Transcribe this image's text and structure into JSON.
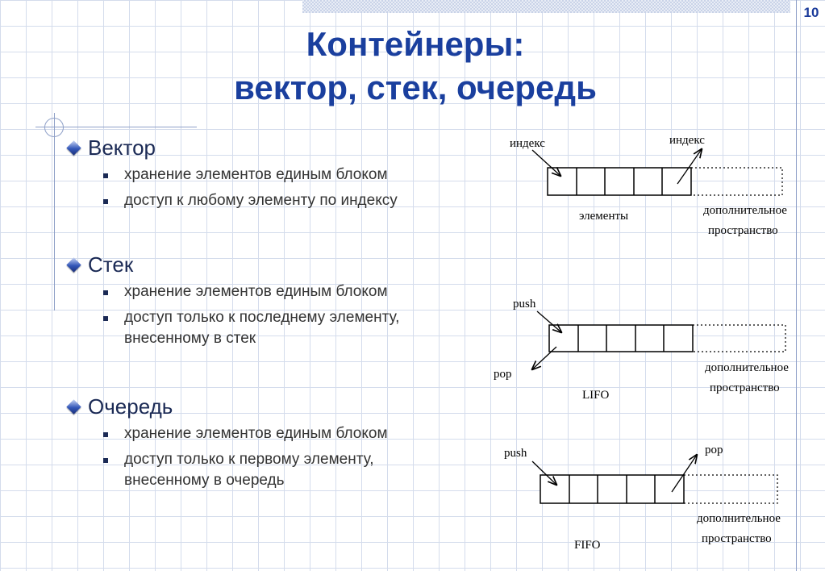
{
  "slide_number": "10",
  "title": {
    "line1": "Контейнеры:",
    "line2": "вектор, стек, очередь"
  },
  "sections": [
    {
      "title": "Вектор",
      "bullets": [
        "хранение элементов единым блоком",
        "доступ к любому элементу по индексу"
      ]
    },
    {
      "title": "Стек",
      "bullets": [
        "хранение элементов единым блоком",
        "доступ только к последнему элементу,\nвнесенному в стек"
      ]
    },
    {
      "title": "Очередь",
      "bullets": [
        "хранение элементов единым блоком",
        "доступ только к первому элементу,\nвнесенному в очередь"
      ]
    }
  ],
  "diagrams": {
    "vector": {
      "label_left": "индекс",
      "label_right": "индекс",
      "label_bottom": "элементы",
      "extra_1": "дополнительное",
      "extra_2": "пространство"
    },
    "stack": {
      "label_push": "push",
      "label_pop": "pop",
      "label_bottom": "LIFO",
      "extra_1": "дополнительное",
      "extra_2": "пространство"
    },
    "queue": {
      "label_push": "push",
      "label_pop": "pop",
      "label_bottom": "FIFO",
      "extra_1": "дополнительное",
      "extra_2": "пространство"
    }
  },
  "colors": {
    "title": "#1a3f9e",
    "grid": "#d4dcec",
    "accent_line": "#8fa0c8"
  }
}
